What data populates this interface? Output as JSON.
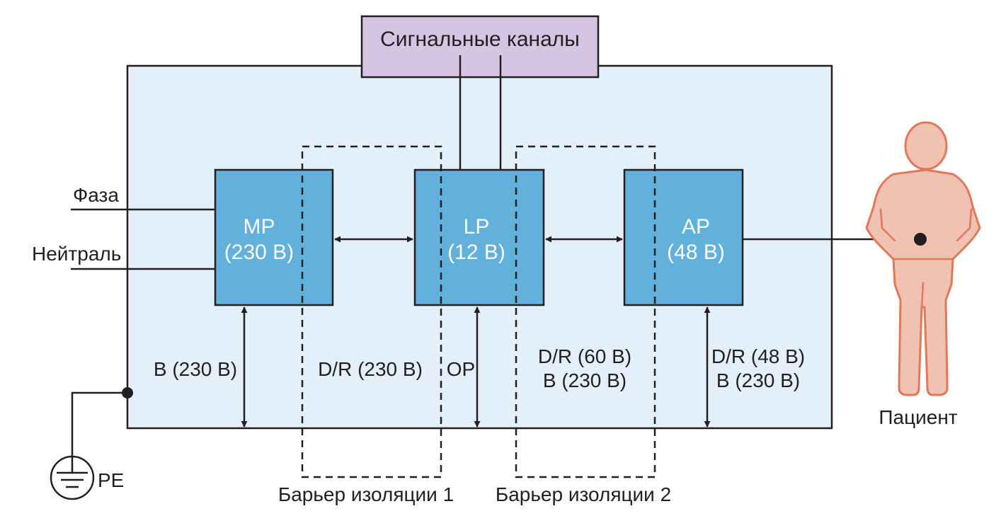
{
  "signal_box": {
    "label": "Сигнальные каналы"
  },
  "inputs": {
    "phase": "Фаза",
    "neutral": "Нейтраль"
  },
  "blocks": {
    "mp": {
      "name": "MP",
      "voltage": "(230 В)"
    },
    "lp": {
      "name": "LP",
      "voltage": "(12 В)"
    },
    "ap": {
      "name": "AP",
      "voltage": "(48 В)"
    }
  },
  "isolation": {
    "b_230": "B (230 В)",
    "dr_230": "D/R (230 В)",
    "op": "OP",
    "dr_60": "D/R (60 В)",
    "b_230_second": "B (230 В)",
    "dr_48": "D/R (48 В)",
    "b_230_third": "B (230 В)"
  },
  "barriers": {
    "barrier_1": "Барьер изоляции 1",
    "barrier_2": "Барьер изоляции 2"
  },
  "ground": {
    "label": "PE"
  },
  "patient": {
    "label": "Пациент"
  },
  "colors": {
    "enclosure_fill": "#e3f0fa",
    "block_fill": "#62b1dc",
    "signal_fill": "#d5c5e2",
    "patient_fill": "#efc2b2",
    "patient_stroke": "#e4775a",
    "line": "#231f20"
  }
}
